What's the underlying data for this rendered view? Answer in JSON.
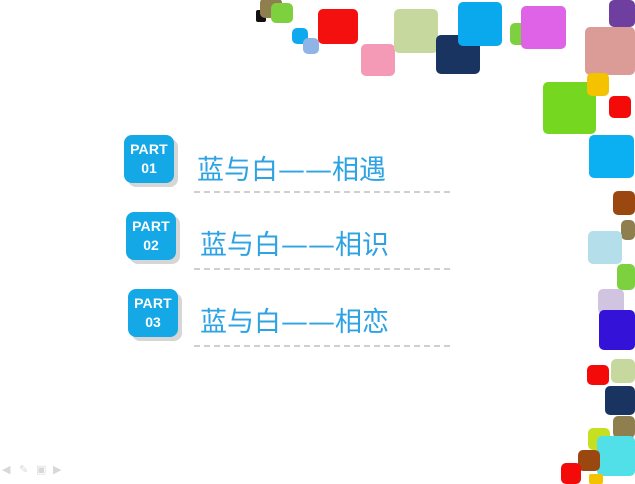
{
  "agenda": {
    "items": [
      {
        "part_label": "PART",
        "number": "01",
        "title": "蓝与白——相遇"
      },
      {
        "part_label": "PART",
        "number": "02",
        "title": "蓝与白——相识"
      },
      {
        "part_label": "PART",
        "number": "03",
        "title": "蓝与白——相恋"
      }
    ]
  },
  "toolbar": {
    "icons": [
      "prev-arrow-icon",
      "pen-icon",
      "slides-menu-icon",
      "next-arrow-icon"
    ]
  },
  "colors": {
    "badge": "#14a8e6",
    "title": "#2ea3e3",
    "divider": "#cfcfcf"
  }
}
